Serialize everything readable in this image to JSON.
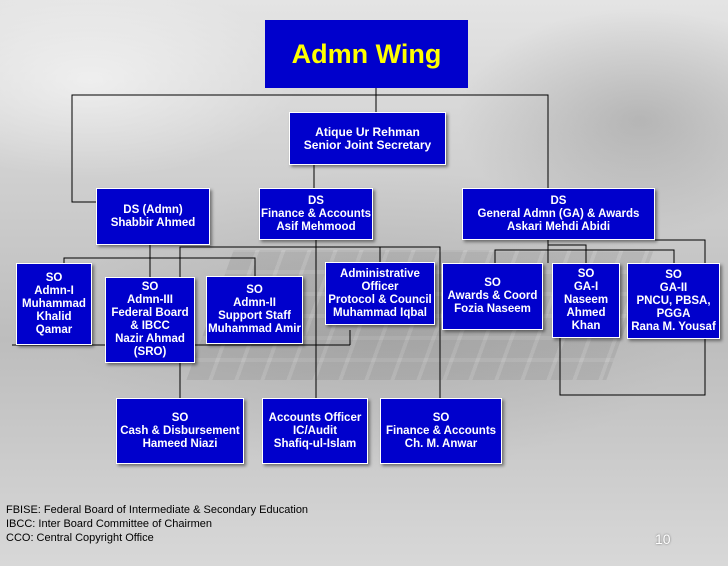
{
  "title": "Admn Wing",
  "chart": {
    "root": {
      "lines": [
        "Atique Ur Rehman",
        "Senior Joint Secretary"
      ]
    },
    "ds_admn": {
      "lines": [
        "DS (Admn)",
        "Shabbir Ahmed"
      ]
    },
    "ds_finance": {
      "lines": [
        "DS",
        "Finance & Accounts",
        "Asif Mehmood"
      ]
    },
    "ds_ga": {
      "lines": [
        "DS",
        "General Admn (GA) & Awards",
        "Askari Mehdi Abidi"
      ]
    },
    "so_admn1": {
      "lines": [
        "SO",
        "Admn-I",
        "Muhammad",
        "Khalid",
        "Qamar"
      ]
    },
    "so_admn3": {
      "lines": [
        "SO",
        "Admn-III",
        "Federal Board",
        "& IBCC",
        "Nazir Ahmad",
        "(SRO)"
      ]
    },
    "so_admn2": {
      "lines": [
        "SO",
        "Admn-II",
        "Support Staff",
        "Muhammad Amir"
      ]
    },
    "admin_officer": {
      "lines": [
        "Administrative",
        "Officer",
        "Protocol & Council",
        "Muhammad Iqbal"
      ]
    },
    "so_awards": {
      "lines": [
        "SO",
        "Awards & Coord",
        "Fozia Naseem"
      ]
    },
    "so_ga1": {
      "lines": [
        "SO",
        "GA-I",
        "Naseem",
        "Ahmed",
        "Khan"
      ]
    },
    "so_ga2": {
      "lines": [
        "SO",
        "GA-II",
        "PNCU, PBSA,",
        "PGGA",
        "Rana M. Yousaf"
      ]
    },
    "so_cash": {
      "lines": [
        "SO",
        "Cash & Disbursement",
        "Hameed Niazi"
      ]
    },
    "accounts_officer": {
      "lines": [
        "Accounts Officer",
        "IC/Audit",
        "Shafiq-ul-Islam"
      ]
    },
    "so_finance": {
      "lines": [
        "SO",
        "Finance & Accounts",
        "Ch. M. Anwar"
      ]
    }
  },
  "footnotes": [
    "FBISE: Federal Board of Intermediate & Secondary Education",
    "IBCC: Inter Board Committee of Chairmen",
    "CCO: Central Copyright Office"
  ],
  "page_number": "10",
  "colors": {
    "box_fill": "#0000cc",
    "box_text": "#ffffff",
    "title_text": "#ffff00",
    "connector": "#000000"
  }
}
